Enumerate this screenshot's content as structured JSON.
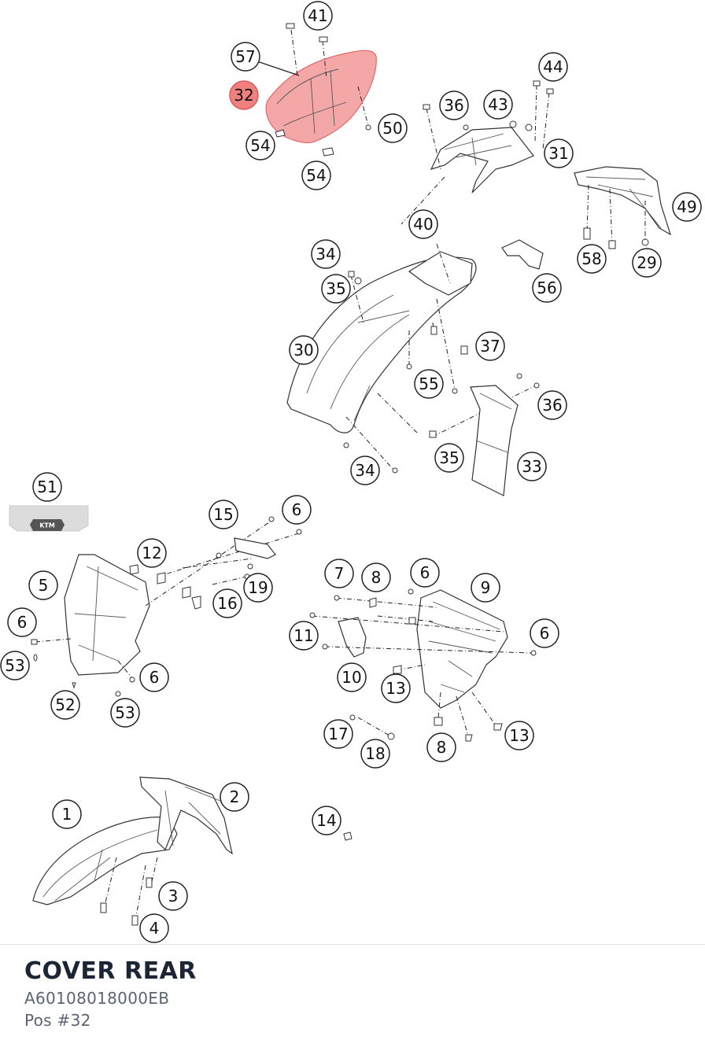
{
  "part": {
    "title": "COVER REAR",
    "code": "A60108018000EB",
    "position_label": "Pos #32"
  },
  "diagram": {
    "selected_callout": "32",
    "highlight_color": "#f08080",
    "callouts": [
      "41",
      "57",
      "32",
      "44",
      "36",
      "43",
      "50",
      "54",
      "54",
      "31",
      "49",
      "40",
      "34",
      "58",
      "29",
      "35",
      "56",
      "30",
      "37",
      "55",
      "36",
      "33",
      "35",
      "34",
      "51",
      "6",
      "15",
      "12",
      "5",
      "19",
      "16",
      "6",
      "53",
      "6",
      "52",
      "53",
      "7",
      "8",
      "6",
      "9",
      "11",
      "6",
      "10",
      "13",
      "17",
      "18",
      "8",
      "13",
      "1",
      "2",
      "14",
      "3",
      "4"
    ],
    "decal_text": "KTM"
  }
}
